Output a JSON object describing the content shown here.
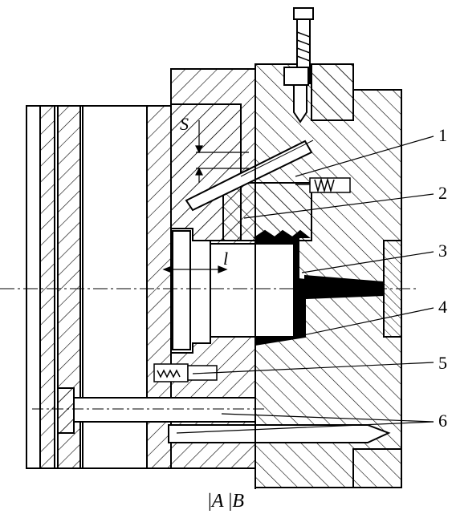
{
  "figure": {
    "callouts": [
      "1",
      "2",
      "3",
      "4",
      "5",
      "6"
    ],
    "dim_s": "S",
    "dim_l": "l",
    "caption": {
      "left_bar": "|",
      "a": "A",
      "right_bar": "|",
      "b": "B"
    }
  }
}
